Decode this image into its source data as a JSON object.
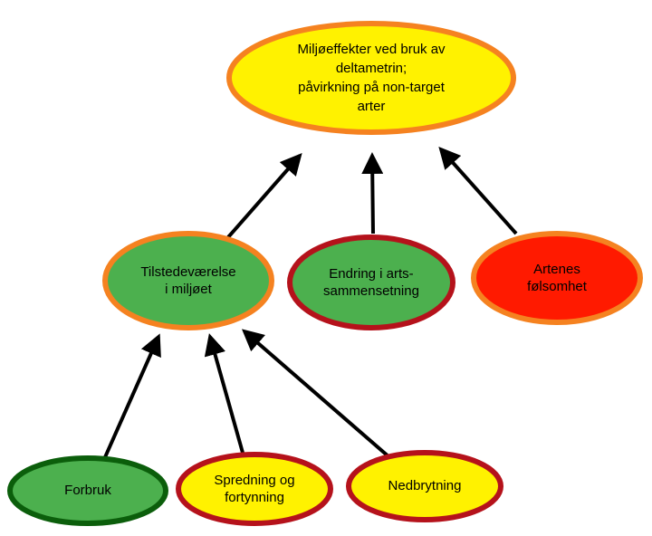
{
  "nodes": {
    "root": {
      "text": "Miljøeffekter ved bruk av\ndeltametrin;\npåvirkning på non-target\narter",
      "fill": "#FFF200",
      "stroke": "#F58220"
    },
    "tilstede": {
      "text": "Tilstedeværelse\ni miljøet",
      "fill": "#4CB04E",
      "stroke": "#F58220"
    },
    "endring": {
      "text": "Endring i arts-\nsammensetning",
      "fill": "#4CB04E",
      "stroke": "#B5121B"
    },
    "artenes": {
      "text": "Artenes\nfølsomhet",
      "fill": "#FF1A00",
      "stroke": "#F58220"
    },
    "forbruk": {
      "text": "Forbruk",
      "fill": "#4CB04E",
      "stroke": "#0B5E0B"
    },
    "spredning": {
      "text": "Spredning og\nfortynning",
      "fill": "#FFF200",
      "stroke": "#B5121B"
    },
    "nedbrytning": {
      "text": "Nedbrytning",
      "fill": "#FFF200",
      "stroke": "#B5121B"
    }
  },
  "edges": [
    {
      "from": "tilstede",
      "to": "root"
    },
    {
      "from": "endring",
      "to": "root"
    },
    {
      "from": "artenes",
      "to": "root"
    },
    {
      "from": "forbruk",
      "to": "tilstede"
    },
    {
      "from": "spredning",
      "to": "tilstede"
    },
    {
      "from": "nedbrytning",
      "to": "tilstede"
    }
  ],
  "colors": {
    "arrow": "#000000",
    "background": "#FFFFFF"
  }
}
